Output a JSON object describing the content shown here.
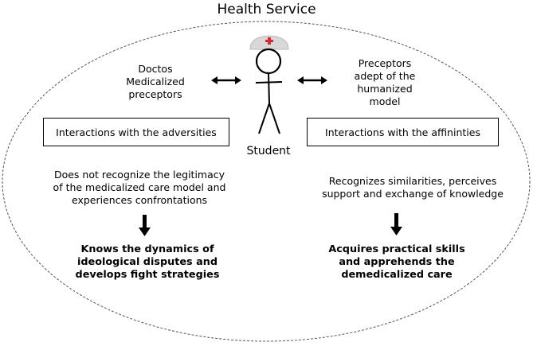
{
  "title": "Health Service",
  "left": {
    "actor_lines": [
      "Doctos",
      "Medicalized",
      "preceptors"
    ],
    "box_label": "Interactions with the adversities",
    "description_lines": [
      "Does not recognize the legitimacy",
      "of the medicalized care model and",
      "experiences confrontations"
    ],
    "outcome_lines": [
      "Knows the dynamics of",
      "ideological disputes and",
      "develops fight strategies"
    ]
  },
  "right": {
    "actor_lines": [
      "Preceptors",
      "adept of the",
      "humanized",
      "model"
    ],
    "box_label": "Interactions with the affininties",
    "description_lines": [
      "Recognizes similarities, perceives",
      "support and exchange of knowledge"
    ],
    "outcome_lines": [
      "Acquires practical skills",
      "and apprehends the",
      "demedicalized care"
    ]
  },
  "center": {
    "student_label": "Student"
  },
  "colors": {
    "cap_cross": "#d9282f",
    "cap": "#d8d8d8"
  }
}
